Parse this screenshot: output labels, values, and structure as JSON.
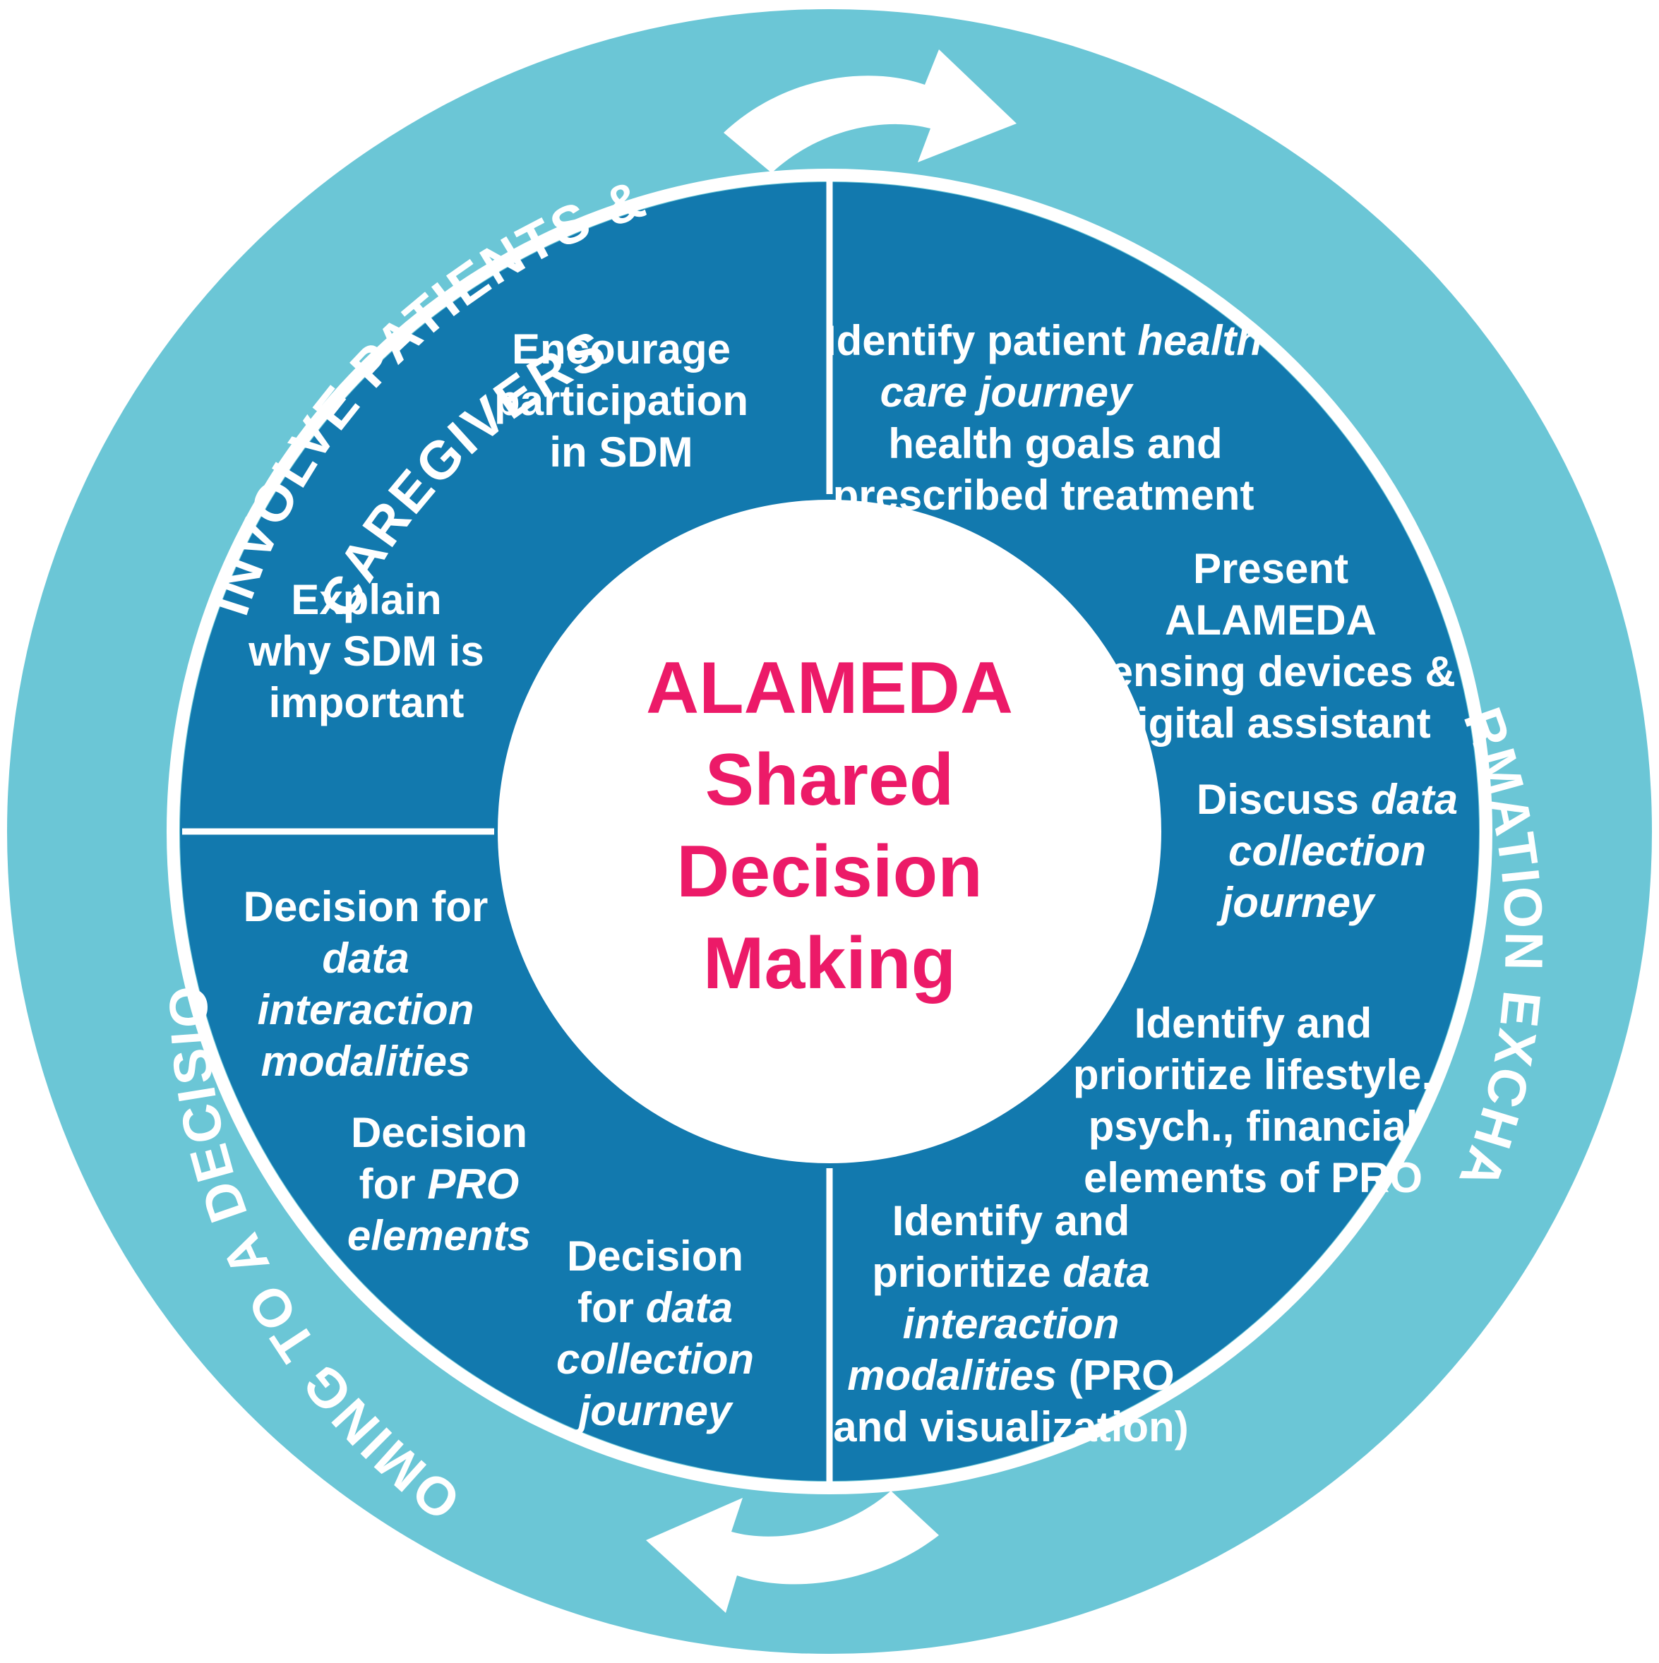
{
  "diagram": {
    "title_center": {
      "lines": [
        "ALAMEDA",
        "Shared",
        "Decision",
        "Making"
      ],
      "color": "#EC1A68"
    },
    "colors": {
      "outer_ring": "#6BC6D6",
      "inner_disc": "#1279AE",
      "center_disc": "#FFFFFF",
      "text_on_blue": "#FFFFFF",
      "center_text": "#EC1A68"
    },
    "ring_labels": [
      {
        "id": "involve",
        "text": "INVOLVE PATIENTS &",
        "text2": "CAREGIVERS",
        "position": "top-left"
      },
      {
        "id": "information",
        "text": "INFORMATION EXCHANGE",
        "position": "right"
      },
      {
        "id": "coming",
        "text": "COMING TO A DECISION",
        "position": "bottom-left"
      }
    ],
    "arrows": [
      {
        "id": "top-arrow",
        "direction": "clockwise-right",
        "position": "top"
      },
      {
        "id": "bottom-arrow",
        "direction": "clockwise-left",
        "position": "bottom"
      }
    ],
    "quadrants": [
      {
        "id": "involve-patients-caregivers",
        "label": "INVOLVE PATIENTS & CAREGIVERS",
        "items": [
          {
            "id": "encourage-participation",
            "lines": [
              [
                {
                  "t": "Encourage",
                  "i": false
                }
              ],
              [
                {
                  "t": "participation",
                  "i": false
                }
              ],
              [
                {
                  "t": "in SDM",
                  "i": false
                }
              ]
            ]
          },
          {
            "id": "explain-why-sdm",
            "lines": [
              [
                {
                  "t": "Explain",
                  "i": false
                }
              ],
              [
                {
                  "t": "why SDM is",
                  "i": false
                }
              ],
              [
                {
                  "t": "important",
                  "i": false
                }
              ]
            ]
          }
        ]
      },
      {
        "id": "information-exchange",
        "label": "INFORMATION EXCHANGE",
        "items": [
          {
            "id": "identify-patient-journey",
            "lines": [
              [
                {
                  "t": "Identify patient ",
                  "i": false
                },
                {
                  "t": "health",
                  "i": true
                }
              ],
              [
                {
                  "t": "care journey",
                  "i": true
                }
              ],
              [
                {
                  "t": "health goals and",
                  "i": false
                }
              ],
              [
                {
                  "t": "prescribed treatment",
                  "i": false
                }
              ]
            ]
          },
          {
            "id": "present-alameda-devices",
            "lines": [
              [
                {
                  "t": "Present",
                  "i": false
                }
              ],
              [
                {
                  "t": "ALAMEDA",
                  "i": false
                }
              ],
              [
                {
                  "t": "sensing devices &",
                  "i": false
                }
              ],
              [
                {
                  "t": "digital assistant",
                  "i": false
                }
              ]
            ]
          },
          {
            "id": "discuss-data-collection-journey",
            "lines": [
              [
                {
                  "t": "Discuss ",
                  "i": false
                },
                {
                  "t": "data",
                  "i": true
                }
              ],
              [
                {
                  "t": "collection",
                  "i": true
                }
              ],
              [
                {
                  "t": "journey",
                  "i": true
                }
              ]
            ]
          },
          {
            "id": "identify-prioritize-pro-elements",
            "lines": [
              [
                {
                  "t": "Identify and",
                  "i": false
                }
              ],
              [
                {
                  "t": "prioritize lifestyle,",
                  "i": false
                }
              ],
              [
                {
                  "t": "psych., financial",
                  "i": false
                }
              ],
              [
                {
                  "t": "elements of PRO",
                  "i": false
                }
              ]
            ]
          },
          {
            "id": "identify-prioritize-data-interaction",
            "lines": [
              [
                {
                  "t": "Identify and",
                  "i": false
                }
              ],
              [
                {
                  "t": "prioritize ",
                  "i": false
                },
                {
                  "t": "data",
                  "i": true
                }
              ],
              [
                {
                  "t": "interaction",
                  "i": true
                }
              ],
              [
                {
                  "t": "modalities",
                  "i": true
                },
                {
                  "t": " (PRO",
                  "i": false
                }
              ],
              [
                {
                  "t": "and visualization)",
                  "i": false
                }
              ]
            ]
          }
        ]
      },
      {
        "id": "coming-to-a-decision",
        "label": "COMING TO A DECISION",
        "items": [
          {
            "id": "decision-data-interaction-modalities",
            "lines": [
              [
                {
                  "t": "Decision for",
                  "i": false
                }
              ],
              [
                {
                  "t": "data",
                  "i": true
                }
              ],
              [
                {
                  "t": "interaction",
                  "i": true
                }
              ],
              [
                {
                  "t": "modalities",
                  "i": true
                }
              ]
            ]
          },
          {
            "id": "decision-pro-elements",
            "lines": [
              [
                {
                  "t": "Decision",
                  "i": false
                }
              ],
              [
                {
                  "t": "for ",
                  "i": false
                },
                {
                  "t": "PRO",
                  "i": true
                }
              ],
              [
                {
                  "t": "elements",
                  "i": true
                }
              ]
            ]
          },
          {
            "id": "decision-data-collection-journey",
            "lines": [
              [
                {
                  "t": "Decision",
                  "i": false
                }
              ],
              [
                {
                  "t": "for ",
                  "i": false
                },
                {
                  "t": "data",
                  "i": true
                }
              ],
              [
                {
                  "t": "collection",
                  "i": true
                }
              ],
              [
                {
                  "t": "journey",
                  "i": true
                }
              ]
            ]
          }
        ]
      }
    ]
  }
}
